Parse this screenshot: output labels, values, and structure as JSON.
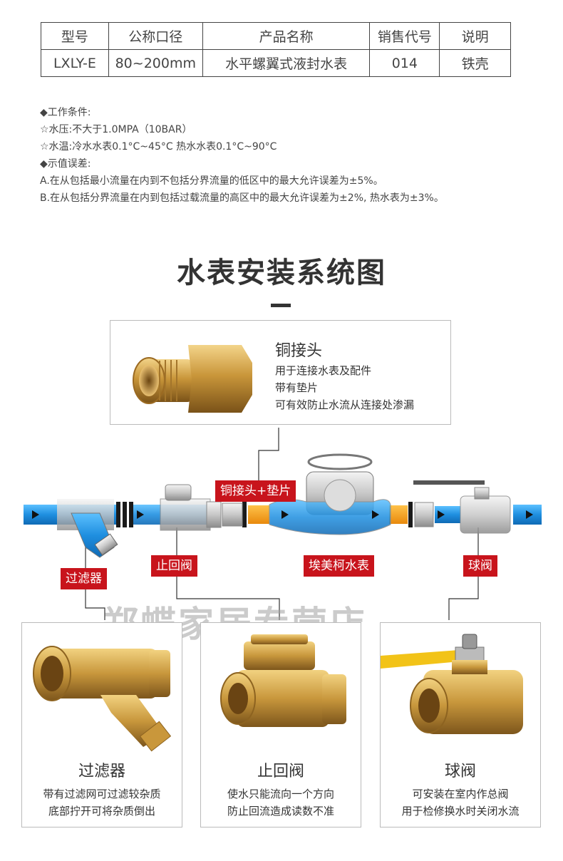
{
  "spec_table": {
    "headers": [
      "型号",
      "公称口径",
      "产品名称",
      "销售代号",
      "说明"
    ],
    "row": [
      "LXLY-E",
      "80~200mm",
      "水平螺翼式液封水表",
      "014",
      "铁壳"
    ]
  },
  "conditions": [
    "◆工作条件:",
    "☆水压:不大于1.0MPA（10BAR）",
    "☆水温:冷水水表0.1°C~45°C   热水水表0.1°C~90°C",
    "◆示值误差:",
    "A.在从包括最小流量在内到不包括分界流量的低区中的最大允许误差为±5%。",
    "B.在从包括分界流量在内到包括过载流量的高区中的最大允许误差为±2%, 热水表为±3%。"
  ],
  "title": "水表安装系统图",
  "top_card": {
    "title": "铜接头",
    "lines": [
      "用于连接水表及配件",
      "带有垫片",
      "可有效防止水流从连接处渗漏"
    ]
  },
  "labels": {
    "joint_gasket": "铜接头+垫片",
    "check_valve": "止回阀",
    "water_meter": "埃美柯水表",
    "ball_valve": "球阀",
    "filter": "过滤器"
  },
  "watermark": "郑蝶家居专营店",
  "cards": [
    {
      "title": "过滤器",
      "lines": [
        "带有过滤网可过滤较杂质",
        "底部拧开可将杂质倒出"
      ]
    },
    {
      "title": "止回阀",
      "lines": [
        "使水只能流向一个方向",
        "防止回流造成读数不准"
      ]
    },
    {
      "title": "球阀",
      "lines": [
        "可安装在室内作总阀",
        "用于检修换水时关闭水流"
      ]
    }
  ],
  "colors": {
    "pipe_blue": "#1f8fe0",
    "label_red": "#c8141c",
    "brass": "#d9a441",
    "orange_joint": "#f5a623"
  }
}
